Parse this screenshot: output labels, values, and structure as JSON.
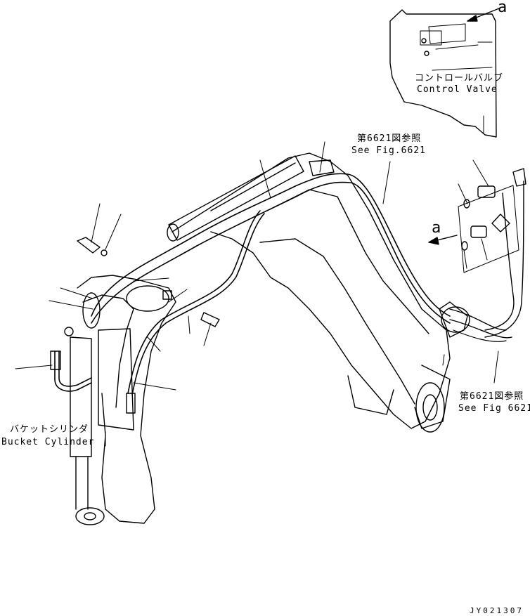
{
  "labels": {
    "control_valve_jp": "コントロールバルブ",
    "control_valve_en": "Control Valve",
    "ref_top_jp": "第6621図参照",
    "ref_top_en": "See Fig.6621",
    "ref_right_jp": "第6621図参照",
    "ref_right_en": "See Fig 6621",
    "bucket_cylinder_jp": "バケットシリンダ",
    "bucket_cylinder_en": "Bucket Cylinder",
    "view_marker_a": "a",
    "drawing_code": "JY021307"
  }
}
